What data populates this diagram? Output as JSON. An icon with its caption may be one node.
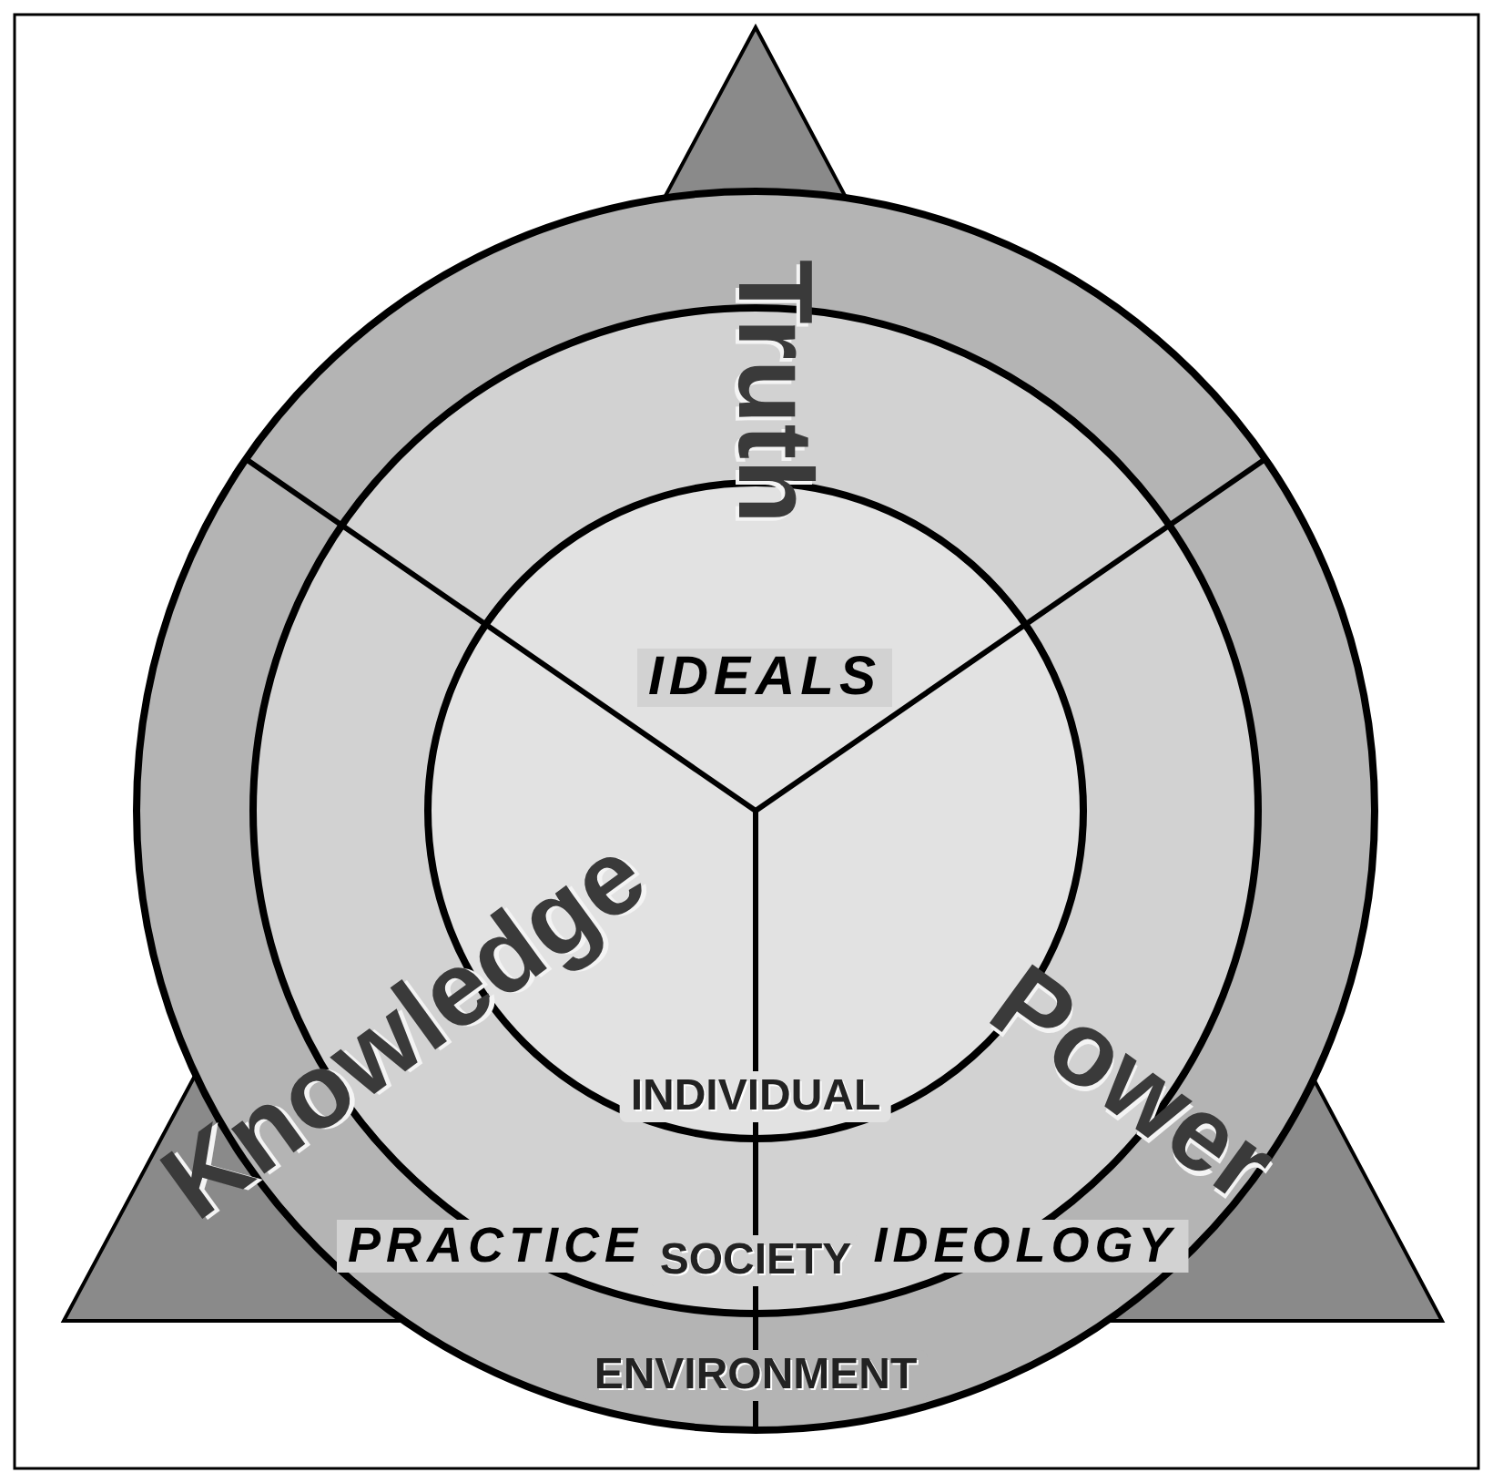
{
  "diagram": {
    "nodes": [
      {
        "text": [
          "ENVIRONMENT"
        ]
      },
      {
        "text": [
          "SOCIETY"
        ],
        "in": 0
      },
      {
        "text": [
          "INDIVIDUAL"
        ],
        "in": 1
      }
    ],
    "labels": [
      "Truth",
      "IDEALS",
      "Knowledge",
      "Power",
      "PRACTICE",
      "IDEOLOGY"
    ]
  }
}
